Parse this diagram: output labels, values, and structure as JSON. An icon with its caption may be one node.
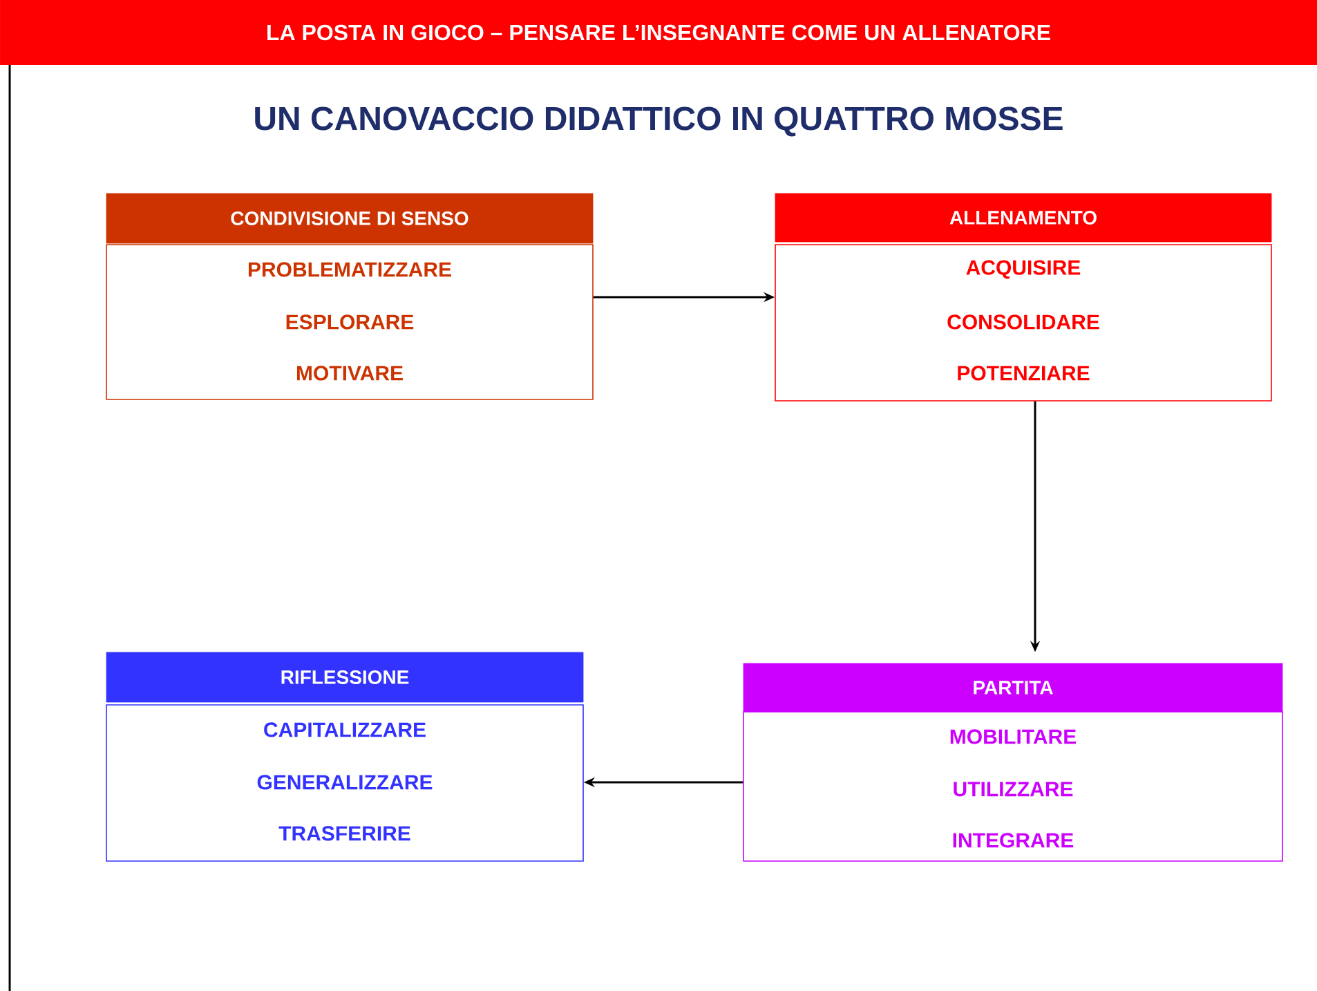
{
  "diagram": {
    "title": "UN CANOVACCIO DIDATTICO IN QUATTRO MOSSE",
    "nodes": [
      {
        "text": [
          "LA POSTA IN GIOCO – PENSARE L’INSEGNANTE COME UN ALLENATORE"
        ]
      },
      {
        "text": [
          "CONDIVISIONE DI SENSO"
        ]
      },
      {
        "text": [
          "PROBLEMATIZZARE",
          "ESPLORARE",
          "MOTIVARE"
        ]
      },
      {
        "text": [
          "ALLENAMENTO"
        ]
      },
      {
        "text": [
          "ACQUISIRE",
          "CONSOLIDARE",
          "POTENZIARE"
        ]
      },
      {
        "text": [
          "RIFLESSIONE"
        ]
      },
      {
        "text": [
          "CAPITALIZZARE",
          "GENERALIZZARE",
          "TRASFERIRE"
        ]
      },
      {
        "text": [
          "PARTITA"
        ]
      },
      {
        "text": [
          "MOBILITARE",
          "UTILIZZARE",
          "INTEGRARE"
        ]
      }
    ],
    "edges": [
      {
        "from": 2,
        "to": 4,
        "arrow": "to"
      },
      {
        "from": 4,
        "to": 7,
        "arrow": "to"
      },
      {
        "from": 8,
        "to": 6,
        "arrow": "to"
      }
    ]
  }
}
